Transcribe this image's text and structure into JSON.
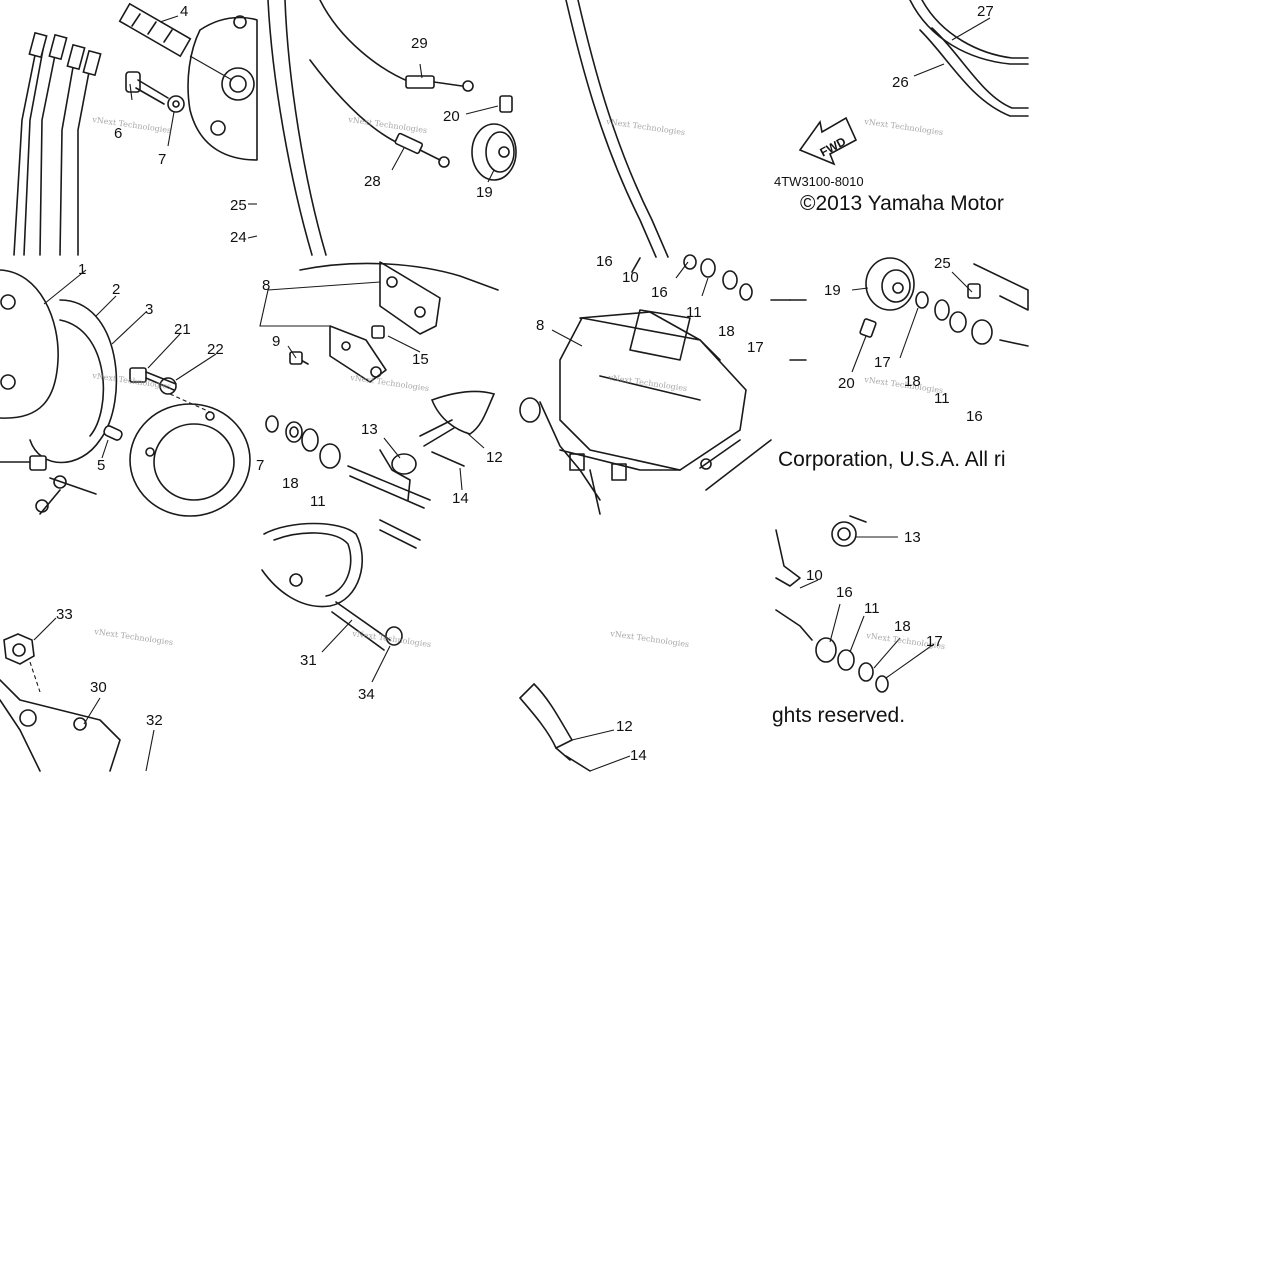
{
  "diagram": {
    "part_code": "4TW3100-8010",
    "copyright_line1": "©2013 Yamaha Motor",
    "copyright_line2": "Corporation, U.S.A. All ri",
    "copyright_line3": "ghts reserved.",
    "fwd_label": "FWD",
    "watermark": "vNext Technologies",
    "callouts": {
      "c1": "1",
      "c2": "2",
      "c3": "3",
      "c4": "4",
      "c5": "5",
      "c6": "6",
      "c7a": "7",
      "c7b": "7",
      "c8a": "8",
      "c8b": "8",
      "c9": "9",
      "c10a": "10",
      "c10b": "10",
      "c11a": "11",
      "c11b": "11",
      "c11c": "11",
      "c11d": "11",
      "c12a": "12",
      "c12b": "12",
      "c13a": "13",
      "c13b": "13",
      "c14a": "14",
      "c14b": "14",
      "c15": "15",
      "c16a": "16",
      "c16b": "16",
      "c16c": "16",
      "c16d": "16",
      "c17a": "17",
      "c17b": "17",
      "c17c": "17",
      "c18a": "18",
      "c18b": "18",
      "c18c": "18",
      "c18d": "18",
      "c19a": "19",
      "c19b": "19",
      "c20a": "20",
      "c20b": "20",
      "c21": "21",
      "c22": "22",
      "c24": "24",
      "c25a": "25",
      "c25b": "25",
      "c26": "26",
      "c27": "27",
      "c28": "28",
      "c29": "29",
      "c30": "30",
      "c31": "31",
      "c32": "32",
      "c33": "33",
      "c34": "34"
    }
  }
}
